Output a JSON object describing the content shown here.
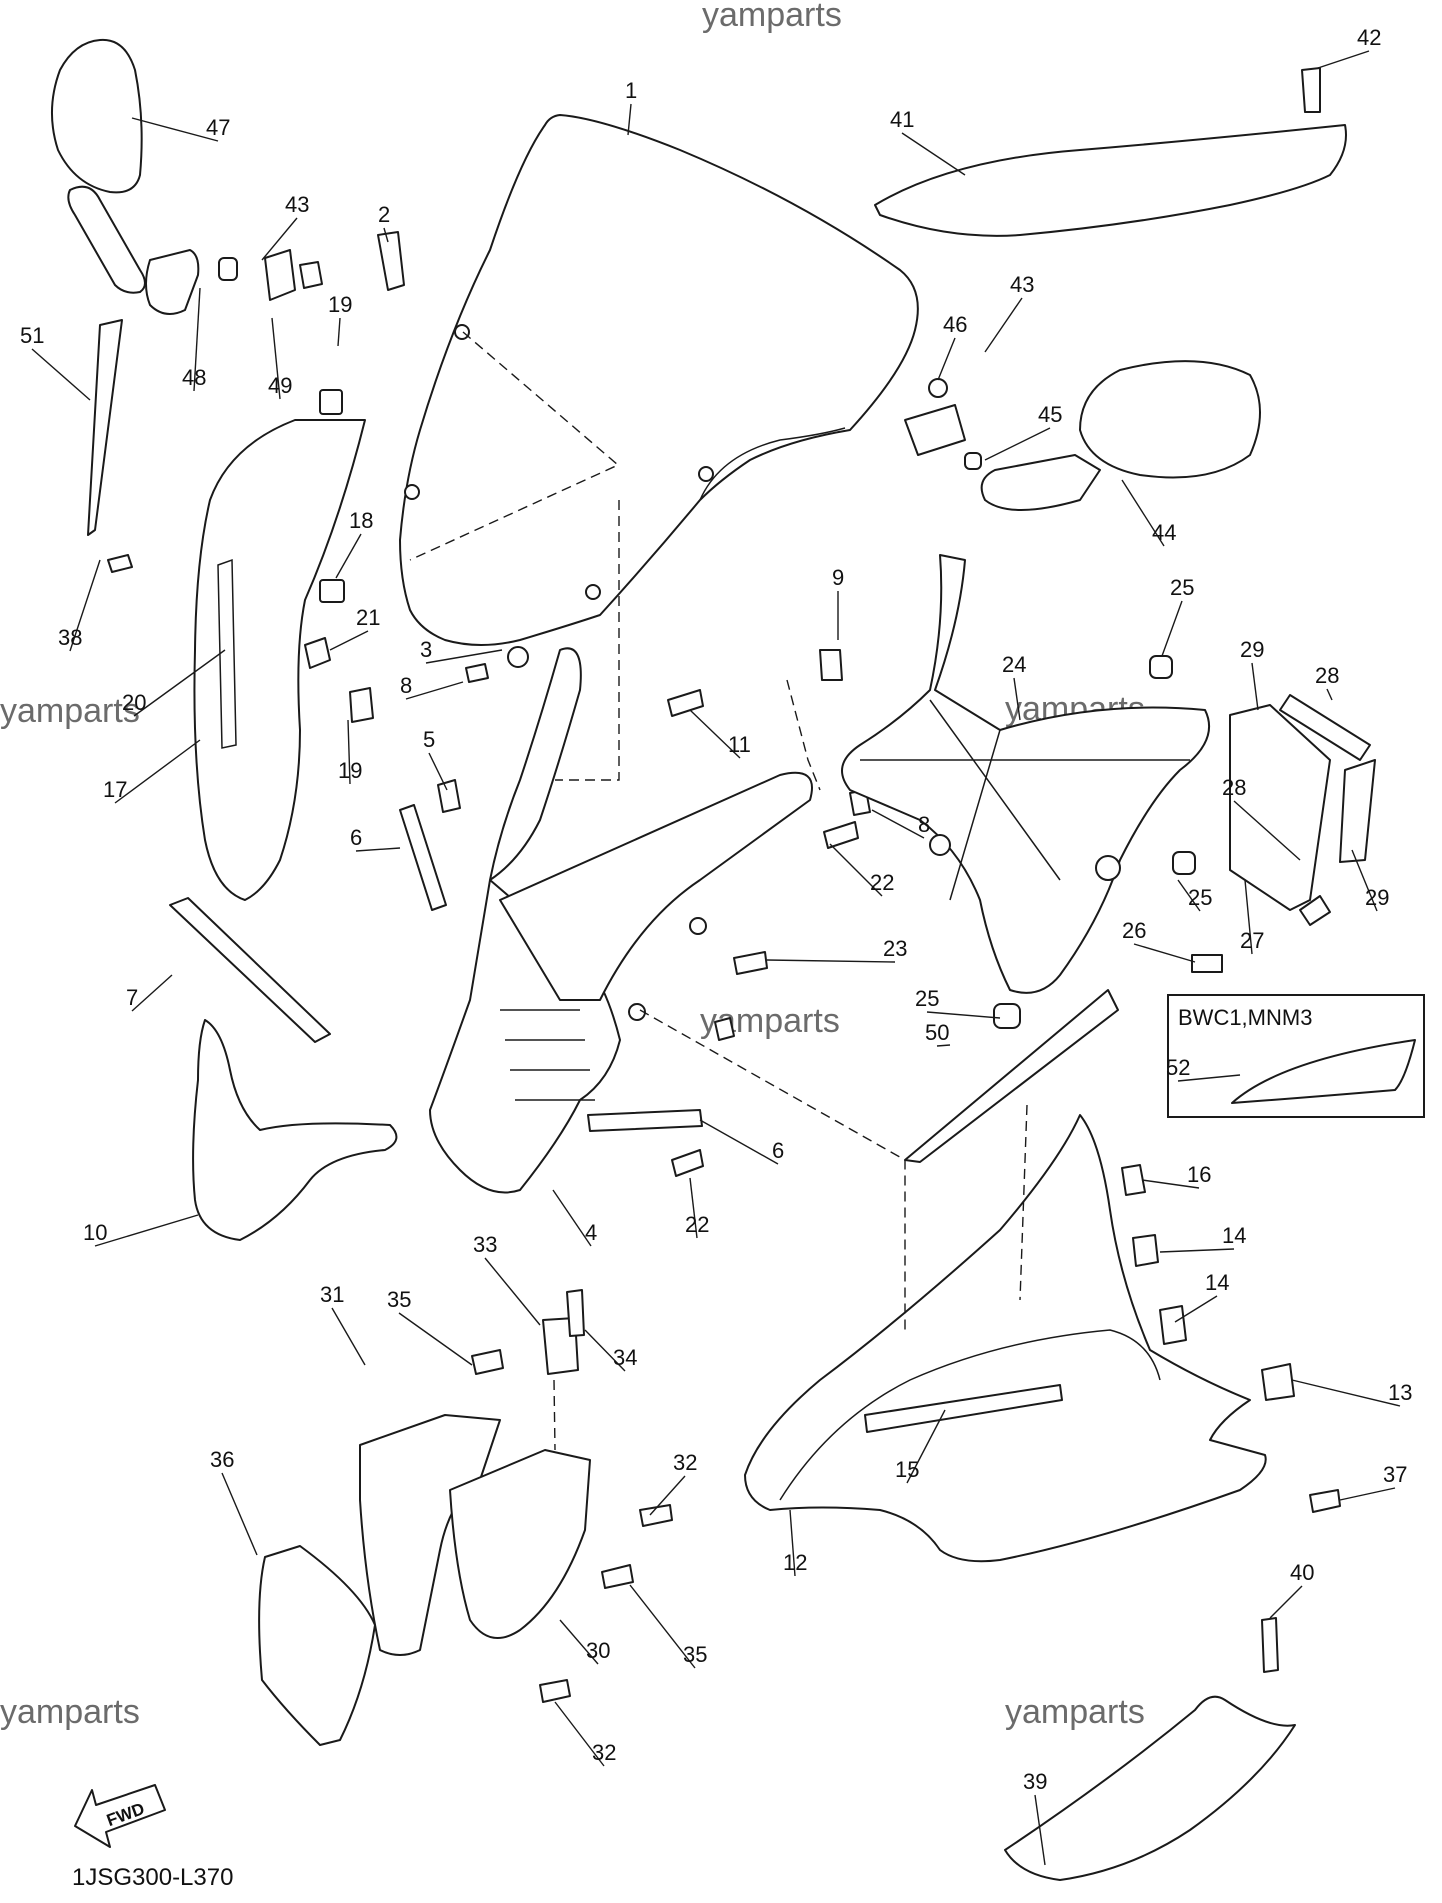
{
  "watermark": "yamparts",
  "diagram_code": "1JSG300-L370",
  "fwd_label": "FWD",
  "variant_note": "BWC1,MNM3",
  "callouts": [
    "1",
    "2",
    "3",
    "4",
    "5",
    "6",
    "7",
    "8",
    "9",
    "10",
    "11",
    "12",
    "13",
    "14",
    "15",
    "16",
    "17",
    "18",
    "19",
    "20",
    "21",
    "22",
    "23",
    "24",
    "25",
    "26",
    "27",
    "28",
    "29",
    "30",
    "31",
    "32",
    "33",
    "34",
    "35",
    "36",
    "37",
    "38",
    "39",
    "40",
    "41",
    "42",
    "43",
    "44",
    "45",
    "46",
    "47",
    "48",
    "49",
    "50",
    "51",
    "52"
  ]
}
